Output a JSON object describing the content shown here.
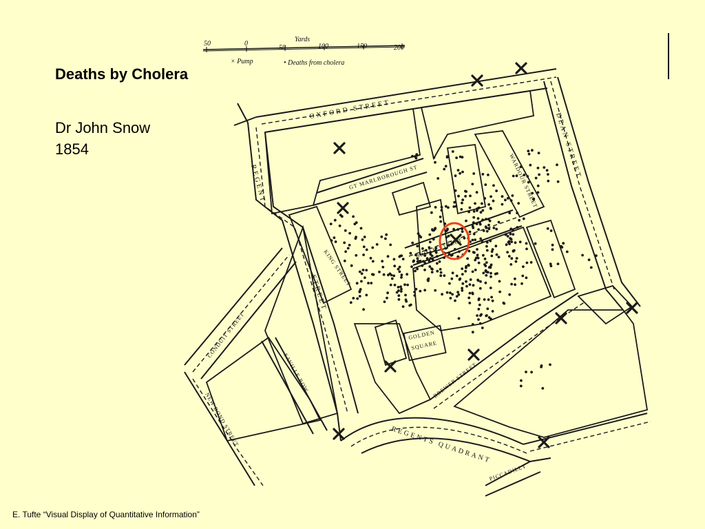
{
  "slide": {
    "title": "Deaths by Cholera",
    "subtitle_line1": "Dr John Snow",
    "subtitle_line2": "1854",
    "caption": "E. Tufte “Visual Display of Quantitative Information”"
  },
  "map": {
    "scale": {
      "unit_label": "Yards",
      "ticks": [
        "50",
        "0",
        "50",
        "100",
        "150",
        "200"
      ],
      "legend_pump": "× Pump",
      "legend_deaths": "• Deaths from cholera"
    },
    "streets": {
      "oxford": "OXFORD STREET",
      "regent": "REGENT",
      "regent_lower": "STREET",
      "dean": "DEAN STREET",
      "marlborough": "GT MARLBOROUGH ST",
      "broad": "BROAD STREET",
      "king": "KING STREET",
      "wardour": "WARDOUR STREET",
      "conduit": "CONDUIT STREET",
      "new_bond": "NEW BOND STREET",
      "saville": "SAVILLE ROW",
      "golden_1": "GOLDEN",
      "golden_2": "SQUARE",
      "brewer": "BREWER STREET",
      "quadrant": "REGENTS QUADRANT",
      "piccadilly": "PICCADILLY"
    },
    "pump_icon": "cross-icon",
    "death_marker_icon": "dot-icon",
    "highlight_color": "#e8451e",
    "ink_color": "#1a1a1a"
  }
}
